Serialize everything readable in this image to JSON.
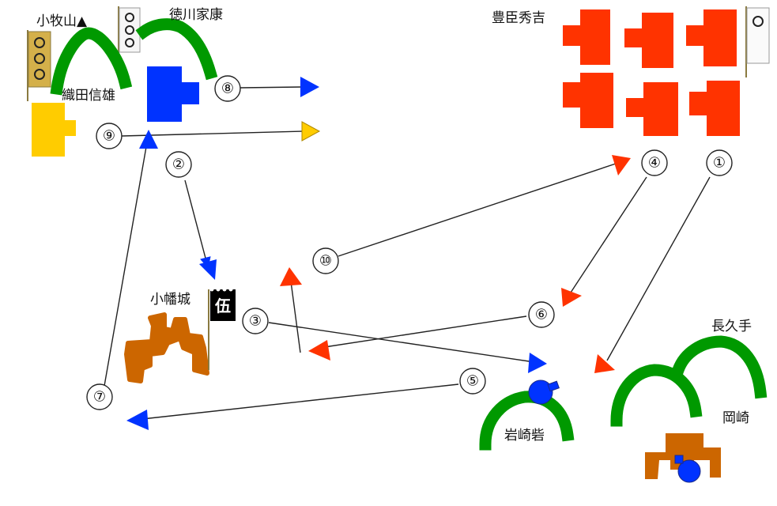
{
  "labels": {
    "komakiyama": "小牧山▲",
    "tokugawa": "徳川家康",
    "oda": "織田信雄",
    "hideyoshi": "豊臣秀吉",
    "obata": "小幡城",
    "nagakute": "長久手",
    "okazaki": "岡崎",
    "iwasaki": "岩崎砦"
  },
  "flag_glyph": "伍",
  "markers": [
    "①",
    "②",
    "③",
    "④",
    "⑤",
    "⑥",
    "⑦",
    "⑧",
    "⑨",
    "⑩"
  ],
  "colors": {
    "hill": "#009900",
    "tokugawa_unit": "#0033ff",
    "oda_unit": "#ffcc00",
    "hideyoshi_unit": "#ff3300",
    "castle": "#cc6600",
    "banner": "#d4b04a",
    "arrow_blue": "#0033ff",
    "arrow_red": "#ff3300",
    "arrow_yellow": "#ffcc00",
    "flag_black": "#000000"
  }
}
